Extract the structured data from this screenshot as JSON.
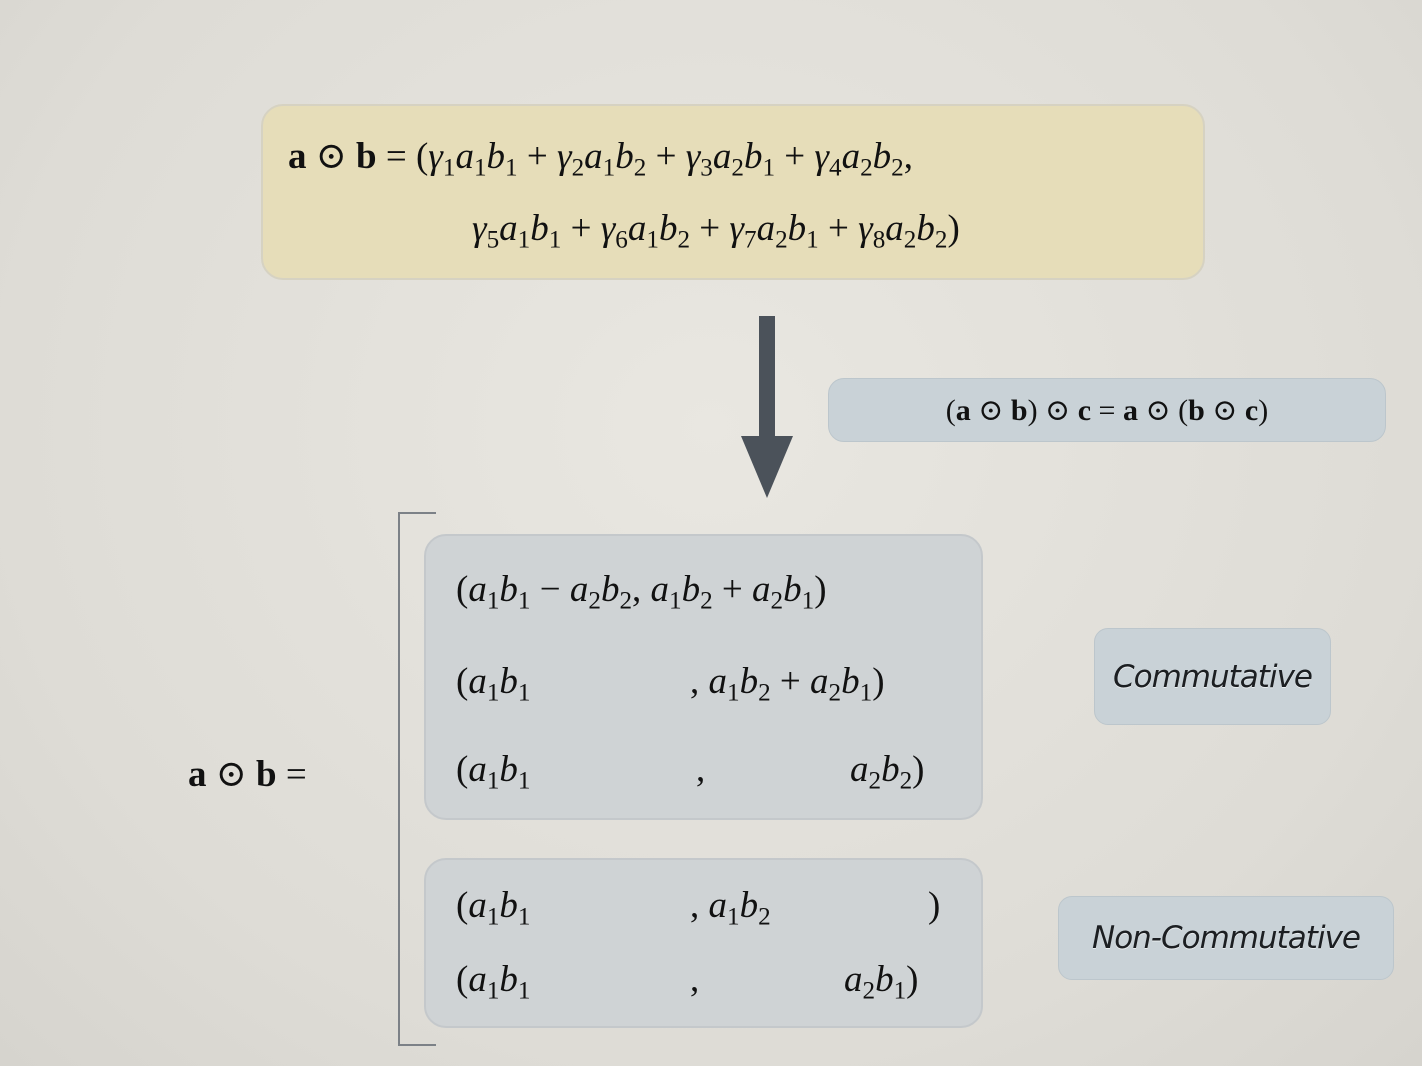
{
  "definition": {
    "line1": {
      "lhs_a": "a",
      "op": "⊙",
      "lhs_b": "b",
      "eq": "=",
      "open": "(",
      "terms": [
        "γ1a1b1",
        "γ2a1b2",
        "γ3a2b1",
        "γ4a2b2"
      ],
      "close": ","
    },
    "line2": {
      "terms": [
        "γ5a1b1",
        "γ6a1b2",
        "γ7a2b1",
        "γ8a2b2"
      ],
      "close": ")"
    }
  },
  "associativity": {
    "text": "(a ⊙ b) ⊙ c = a ⊙ (b ⊙ c)"
  },
  "lhs": {
    "text": "a ⊙ b ="
  },
  "commutative": {
    "label": "Commutative",
    "rows": [
      "(a1b1 − a2b2, a1b2 + a2b1)",
      "(a1b1 , a1b2 + a2b1)",
      "(a1b1 , a2b2)"
    ]
  },
  "non_commutative": {
    "label": "Non-Commutative",
    "rows": [
      "(a1b1 , a1b2 )",
      "(a1b1 , a2b1)"
    ]
  },
  "colors": {
    "yellow_box": "#e6ddb9",
    "grey_box": "#cfd3d5",
    "arrow": "#4b525a",
    "label_pill": "#c9d2d7"
  }
}
